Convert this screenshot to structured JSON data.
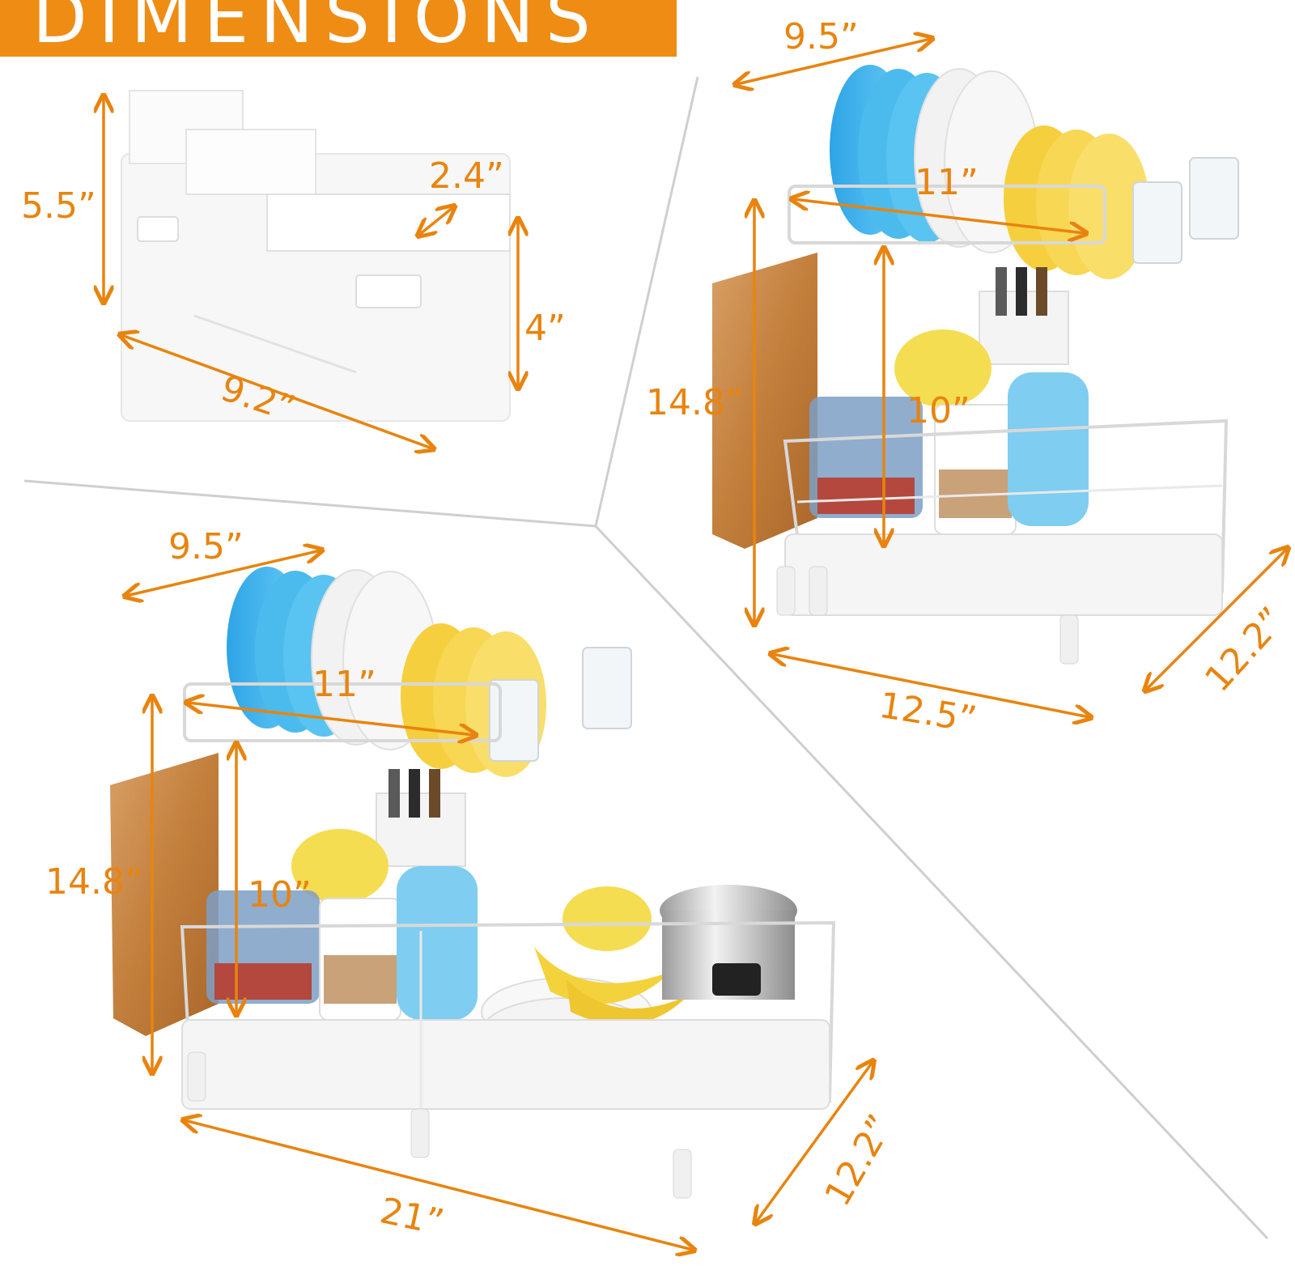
{
  "banner": {
    "title": "DIMENSIONS"
  },
  "colors": {
    "accent": "#ef8c14",
    "background": "#ffffff",
    "plate_blue": "#3fb2ec",
    "plate_yellow": "#f6d24a",
    "board_wood": "#c98a43"
  },
  "organizer": {
    "height": "5.5”",
    "slot_depth": "2.4”",
    "cup_height": "4”",
    "length": "9.2”"
  },
  "compact_rack": {
    "top_depth": "9.5”",
    "top_width": "11”",
    "height": "14.8”",
    "tier_gap": "10”",
    "base_width": "12.5”",
    "base_depth": "12.2”"
  },
  "expanded_rack": {
    "top_depth": "9.5”",
    "top_width": "11”",
    "height": "14.8”",
    "tier_gap": "10”",
    "base_width": "21”",
    "base_depth": "12.2”"
  }
}
